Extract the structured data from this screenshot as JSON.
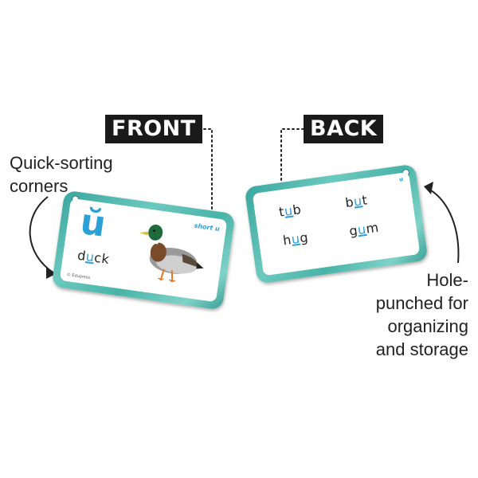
{
  "labels": {
    "front": "FRONT",
    "back": "BACK"
  },
  "callouts": {
    "corners": [
      "Quick-sorting",
      "corners"
    ],
    "holes": [
      "Hole-",
      "punched for",
      "organizing",
      "and storage"
    ]
  },
  "front_card": {
    "vowel": "ŭ",
    "word": {
      "before": "d",
      "vowel": "u",
      "after": "ck"
    },
    "sort_tag": "short u",
    "copyright": "© Edupress",
    "picture": "mallard-duck"
  },
  "back_card": {
    "code": "u",
    "words": [
      {
        "before": "t",
        "vowel": "u",
        "after": "b"
      },
      {
        "before": "b",
        "vowel": "u",
        "after": "t"
      },
      {
        "before": "h",
        "vowel": "u",
        "after": "g"
      },
      {
        "before": "g",
        "vowel": "u",
        "after": "m"
      }
    ]
  },
  "colors": {
    "card_border": "#49b3a8",
    "accent_blue": "#2ea0d8",
    "label_bg": "#1a1a1a"
  }
}
